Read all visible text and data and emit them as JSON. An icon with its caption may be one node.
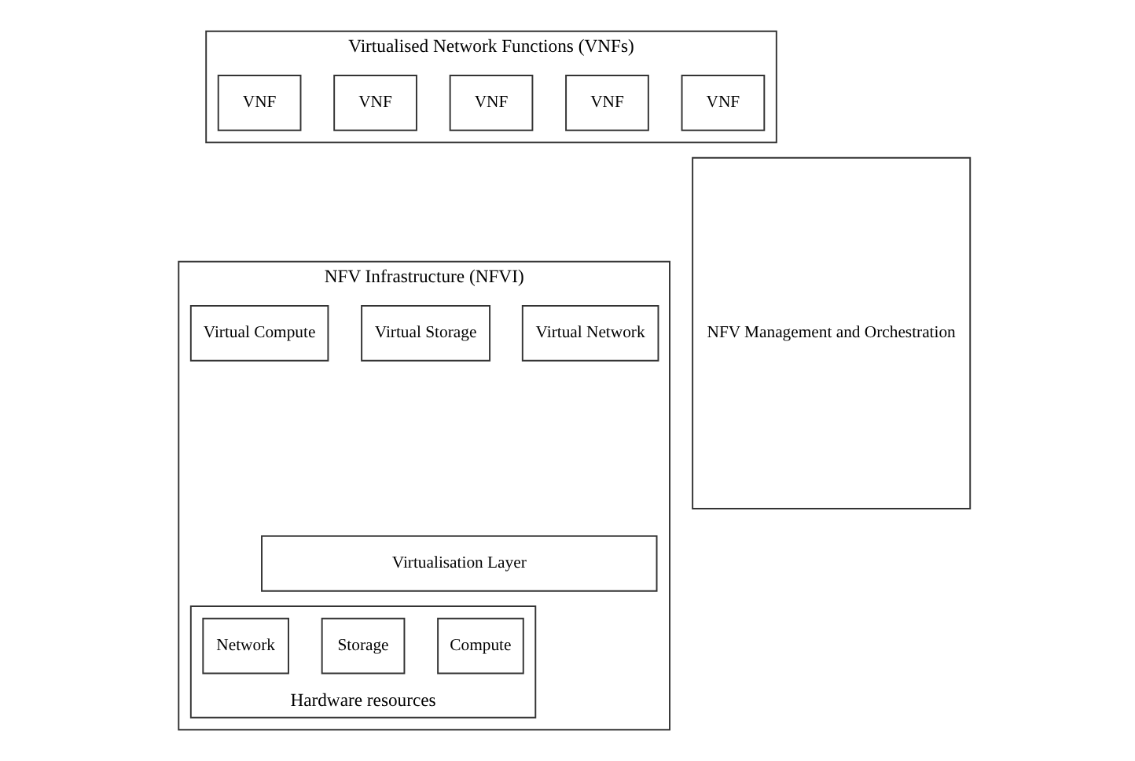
{
  "diagram": {
    "nodes": [
      {
        "text": [
          "Virtualised Network Functions (VNFs)"
        ]
      },
      {
        "text": [
          "VNF"
        ],
        "in": 0
      },
      {
        "text": [
          "VNF"
        ],
        "in": 0
      },
      {
        "text": [
          "VNF"
        ],
        "in": 0
      },
      {
        "text": [
          "VNF"
        ],
        "in": 0
      },
      {
        "text": [
          "VNF"
        ],
        "in": 0
      },
      {
        "text": [
          "NFV Infrastructure (NFVI)"
        ]
      },
      {
        "text": [
          "Virtual Compute"
        ],
        "in": 6
      },
      {
        "text": [
          "Virtual Storage"
        ],
        "in": 6
      },
      {
        "text": [
          "Virtual Network"
        ],
        "in": 6
      },
      {
        "text": [
          "Virtualisation Layer"
        ],
        "in": 6
      },
      {
        "text": [
          "Hardware resources"
        ],
        "in": 6
      },
      {
        "text": [
          "Compute"
        ],
        "in": 11
      },
      {
        "text": [
          "Storage"
        ],
        "in": 11
      },
      {
        "text": [
          "Network"
        ],
        "in": 11
      },
      {
        "text": [
          "NFV Management and Orchestration"
        ]
      }
    ]
  }
}
